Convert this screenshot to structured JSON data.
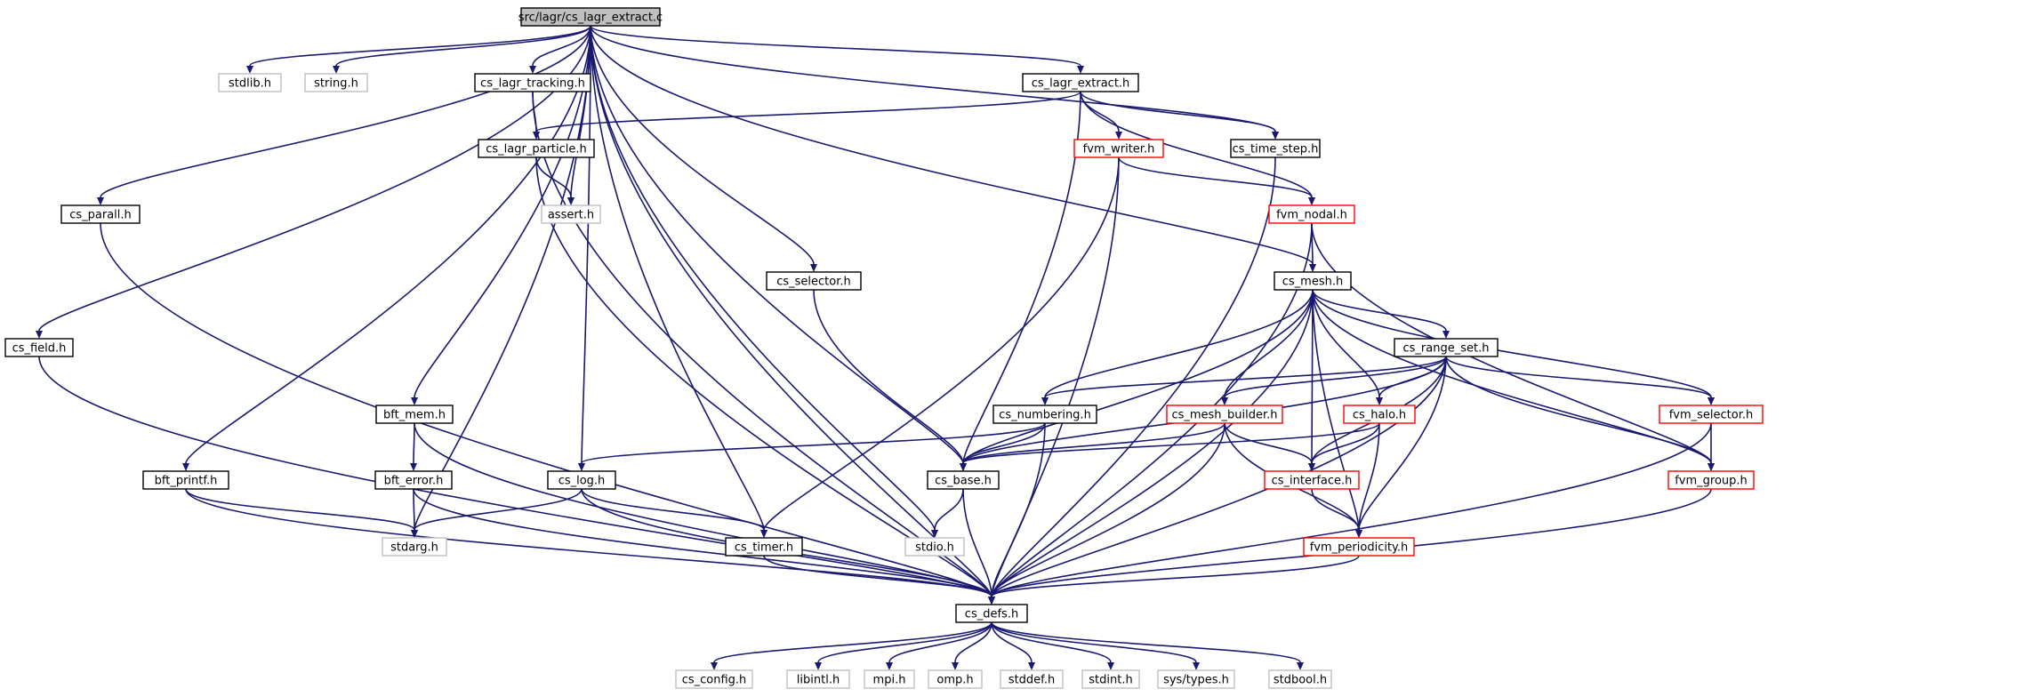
{
  "colors": {
    "edge": "#191970",
    "text": "#000000",
    "border_default": "#000000",
    "border_truncated": "#ff0000",
    "border_external": "#bfbfbf",
    "fill_root": "#bfbfbf",
    "fill_node": "#ffffff"
  },
  "nodes": [
    {
      "id": "root",
      "label": "src/lagr/cs_lagr_extract.c",
      "kind": "root"
    },
    {
      "id": "stdlib",
      "label": "stdlib.h",
      "kind": "external"
    },
    {
      "id": "string",
      "label": "string.h",
      "kind": "external"
    },
    {
      "id": "lagr_tracking",
      "label": "cs_lagr_tracking.h",
      "kind": "normal"
    },
    {
      "id": "lagr_extract",
      "label": "cs_lagr_extract.h",
      "kind": "normal"
    },
    {
      "id": "lagr_particle",
      "label": "cs_lagr_particle.h",
      "kind": "normal"
    },
    {
      "id": "fvm_writer",
      "label": "fvm_writer.h",
      "kind": "truncated"
    },
    {
      "id": "time_step",
      "label": "cs_time_step.h",
      "kind": "normal"
    },
    {
      "id": "assert",
      "label": "assert.h",
      "kind": "external"
    },
    {
      "id": "parall",
      "label": "cs_parall.h",
      "kind": "normal"
    },
    {
      "id": "fvm_nodal",
      "label": "fvm_nodal.h",
      "kind": "truncated"
    },
    {
      "id": "selector",
      "label": "cs_selector.h",
      "kind": "normal"
    },
    {
      "id": "mesh",
      "label": "cs_mesh.h",
      "kind": "normal"
    },
    {
      "id": "field",
      "label": "cs_field.h",
      "kind": "normal"
    },
    {
      "id": "range_set",
      "label": "cs_range_set.h",
      "kind": "normal"
    },
    {
      "id": "bft_mem",
      "label": "bft_mem.h",
      "kind": "normal"
    },
    {
      "id": "numbering",
      "label": "cs_numbering.h",
      "kind": "normal"
    },
    {
      "id": "mesh_builder",
      "label": "cs_mesh_builder.h",
      "kind": "truncated"
    },
    {
      "id": "halo",
      "label": "cs_halo.h",
      "kind": "truncated"
    },
    {
      "id": "fvm_selector",
      "label": "fvm_selector.h",
      "kind": "truncated"
    },
    {
      "id": "bft_printf",
      "label": "bft_printf.h",
      "kind": "normal"
    },
    {
      "id": "bft_error",
      "label": "bft_error.h",
      "kind": "normal"
    },
    {
      "id": "log",
      "label": "cs_log.h",
      "kind": "normal"
    },
    {
      "id": "base",
      "label": "cs_base.h",
      "kind": "normal"
    },
    {
      "id": "interface",
      "label": "cs_interface.h",
      "kind": "truncated"
    },
    {
      "id": "fvm_group",
      "label": "fvm_group.h",
      "kind": "truncated"
    },
    {
      "id": "stdarg",
      "label": "stdarg.h",
      "kind": "external"
    },
    {
      "id": "timer",
      "label": "cs_timer.h",
      "kind": "normal"
    },
    {
      "id": "stdio",
      "label": "stdio.h",
      "kind": "external"
    },
    {
      "id": "fvm_periodicity",
      "label": "fvm_periodicity.h",
      "kind": "truncated"
    },
    {
      "id": "defs",
      "label": "cs_defs.h",
      "kind": "normal"
    },
    {
      "id": "config",
      "label": "cs_config.h",
      "kind": "external"
    },
    {
      "id": "libintl",
      "label": "libintl.h",
      "kind": "external"
    },
    {
      "id": "mpi",
      "label": "mpi.h",
      "kind": "external"
    },
    {
      "id": "omp",
      "label": "omp.h",
      "kind": "external"
    },
    {
      "id": "stddef",
      "label": "stddef.h",
      "kind": "external"
    },
    {
      "id": "stdint",
      "label": "stdint.h",
      "kind": "external"
    },
    {
      "id": "systypes",
      "label": "sys/types.h",
      "kind": "external"
    },
    {
      "id": "stdbool",
      "label": "stdbool.h",
      "kind": "external"
    }
  ],
  "edges": [
    [
      "root",
      "stdlib"
    ],
    [
      "root",
      "string"
    ],
    [
      "root",
      "lagr_tracking"
    ],
    [
      "root",
      "lagr_extract"
    ],
    [
      "root",
      "time_step"
    ],
    [
      "root",
      "assert"
    ],
    [
      "root",
      "parall"
    ],
    [
      "root",
      "field"
    ],
    [
      "root",
      "bft_mem"
    ],
    [
      "root",
      "bft_printf"
    ],
    [
      "root",
      "log"
    ],
    [
      "root",
      "base"
    ],
    [
      "root",
      "stdarg"
    ],
    [
      "root",
      "timer"
    ],
    [
      "root",
      "stdio"
    ],
    [
      "root",
      "selector"
    ],
    [
      "root",
      "mesh"
    ],
    [
      "root",
      "defs"
    ],
    [
      "lagr_tracking",
      "lagr_particle"
    ],
    [
      "lagr_tracking",
      "defs"
    ],
    [
      "lagr_extract",
      "lagr_particle"
    ],
    [
      "lagr_extract",
      "fvm_writer"
    ],
    [
      "lagr_extract",
      "time_step"
    ],
    [
      "lagr_extract",
      "fvm_nodal"
    ],
    [
      "lagr_extract",
      "base"
    ],
    [
      "lagr_particle",
      "assert"
    ],
    [
      "lagr_particle",
      "defs"
    ],
    [
      "fvm_writer",
      "fvm_nodal"
    ],
    [
      "fvm_writer",
      "timer"
    ],
    [
      "fvm_writer",
      "defs"
    ],
    [
      "time_step",
      "defs"
    ],
    [
      "fvm_nodal",
      "mesh"
    ],
    [
      "fvm_nodal",
      "fvm_group"
    ],
    [
      "fvm_nodal",
      "defs"
    ],
    [
      "parall",
      "defs"
    ],
    [
      "field",
      "defs"
    ],
    [
      "selector",
      "base"
    ],
    [
      "mesh",
      "range_set"
    ],
    [
      "mesh",
      "numbering"
    ],
    [
      "mesh",
      "mesh_builder"
    ],
    [
      "mesh",
      "halo"
    ],
    [
      "mesh",
      "interface"
    ],
    [
      "mesh",
      "fvm_selector"
    ],
    [
      "mesh",
      "fvm_group"
    ],
    [
      "mesh",
      "fvm_periodicity"
    ],
    [
      "mesh",
      "base"
    ],
    [
      "mesh",
      "defs"
    ],
    [
      "range_set",
      "numbering"
    ],
    [
      "range_set",
      "mesh_builder"
    ],
    [
      "range_set",
      "halo"
    ],
    [
      "range_set",
      "fvm_selector"
    ],
    [
      "range_set",
      "fvm_group"
    ],
    [
      "range_set",
      "interface"
    ],
    [
      "range_set",
      "fvm_periodicity"
    ],
    [
      "range_set",
      "base"
    ],
    [
      "range_set",
      "defs"
    ],
    [
      "bft_mem",
      "bft_error"
    ],
    [
      "bft_mem",
      "defs"
    ],
    [
      "numbering",
      "log"
    ],
    [
      "numbering",
      "base"
    ],
    [
      "numbering",
      "defs"
    ],
    [
      "mesh_builder",
      "base"
    ],
    [
      "mesh_builder",
      "interface"
    ],
    [
      "mesh_builder",
      "fvm_periodicity"
    ],
    [
      "mesh_builder",
      "defs"
    ],
    [
      "halo",
      "base"
    ],
    [
      "halo",
      "interface"
    ],
    [
      "halo",
      "fvm_periodicity"
    ],
    [
      "fvm_selector",
      "fvm_group"
    ],
    [
      "fvm_selector",
      "defs"
    ],
    [
      "bft_printf",
      "stdarg"
    ],
    [
      "bft_printf",
      "defs"
    ],
    [
      "bft_error",
      "stdarg"
    ],
    [
      "bft_error",
      "defs"
    ],
    [
      "log",
      "stdarg"
    ],
    [
      "log",
      "timer"
    ],
    [
      "log",
      "defs"
    ],
    [
      "base",
      "stdio"
    ],
    [
      "base",
      "defs"
    ],
    [
      "interface",
      "fvm_periodicity"
    ],
    [
      "fvm_group",
      "defs"
    ],
    [
      "timer",
      "defs"
    ],
    [
      "fvm_periodicity",
      "defs"
    ],
    [
      "defs",
      "config"
    ],
    [
      "defs",
      "libintl"
    ],
    [
      "defs",
      "mpi"
    ],
    [
      "defs",
      "omp"
    ],
    [
      "defs",
      "stddef"
    ],
    [
      "defs",
      "stdint"
    ],
    [
      "defs",
      "systypes"
    ],
    [
      "defs",
      "stdbool"
    ]
  ]
}
